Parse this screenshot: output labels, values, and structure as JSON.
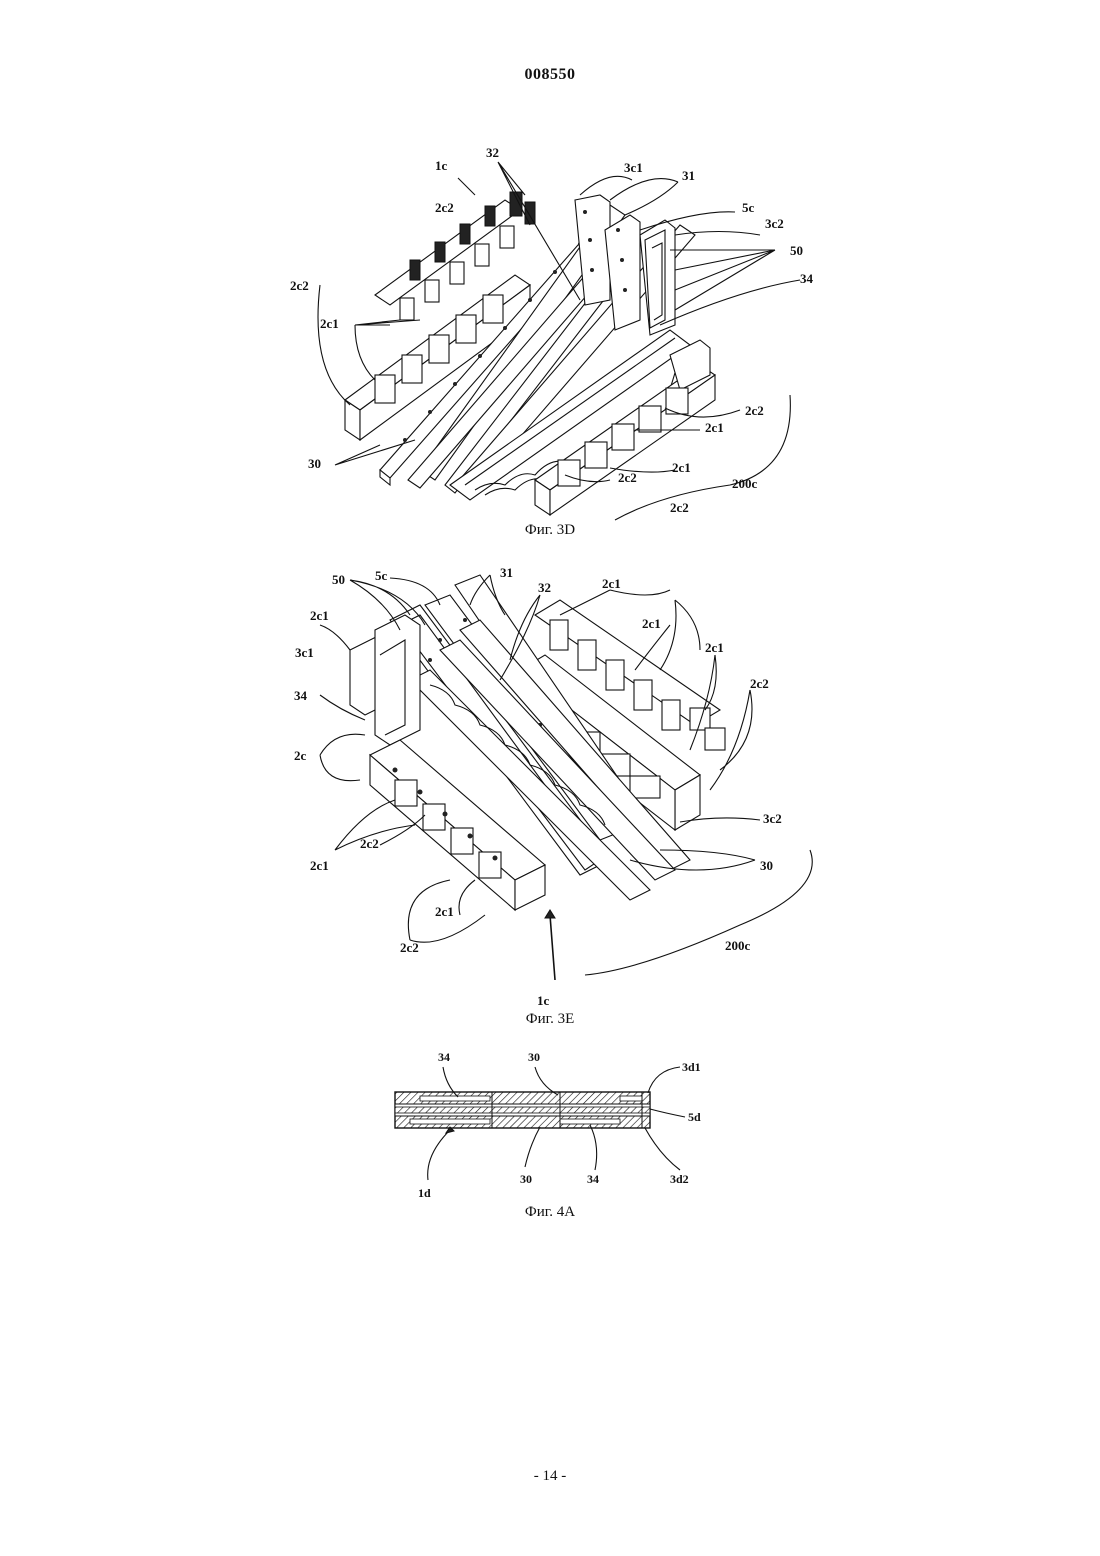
{
  "header": {
    "doc_number": "008550"
  },
  "footer": {
    "page_number": "- 14 -"
  },
  "figures": [
    {
      "caption": "Фиг. 3D",
      "labels": {
        "l_1c": "1c",
        "l_32": "32",
        "l_3c1": "3c1",
        "l_31": "31",
        "l_2c2_top": "2c2",
        "l_5c": "5c",
        "l_3c2": "3c2",
        "l_50": "50",
        "l_34": "34",
        "l_2c2_left": "2c2",
        "l_2c1_left": "2c1",
        "l_30": "30",
        "l_2c2_r1": "2c2",
        "l_2c1_r1": "2c1",
        "l_2c1_r2": "2c1",
        "l_2c2_r2": "2c2",
        "l_200c": "200c",
        "l_2c2_bottom": "2c2"
      }
    },
    {
      "caption": "Фиг. 3E",
      "labels": {
        "l_50": "50",
        "l_5c": "5c",
        "l_31": "31",
        "l_32": "32",
        "l_2c1_top": "2c1",
        "l_2c1_left": "2c1",
        "l_2c1_mid": "2c1",
        "l_3c1": "3c1",
        "l_2c1_right": "2c1",
        "l_2c2_right": "2c2",
        "l_34": "34",
        "l_2c": "2c",
        "l_3c2": "3c2",
        "l_2c2_a": "2c2",
        "l_2c1_b": "2c1",
        "l_30": "30",
        "l_2c1_c": "2c1",
        "l_2c2_c": "2c2",
        "l_200c": "200c",
        "l_1c": "1c"
      }
    },
    {
      "caption": "Фиг. 4A",
      "labels": {
        "l_34_top": "34",
        "l_30_top": "30",
        "l_3d1": "3d1",
        "l_5d": "5d",
        "l_1d": "1d",
        "l_30_bot": "30",
        "l_34_bot": "34",
        "l_3d2": "3d2"
      }
    }
  ]
}
